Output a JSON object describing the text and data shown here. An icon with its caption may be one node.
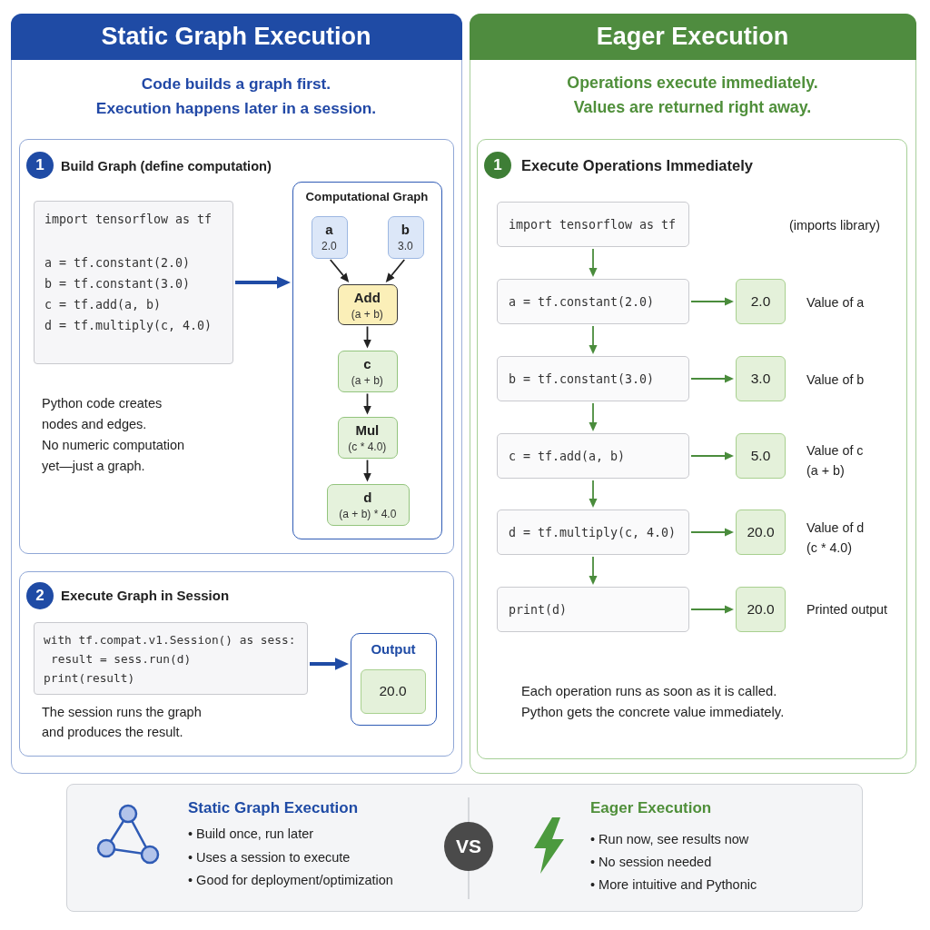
{
  "diagram": {
    "nodes": [
      {
        "text": [
          "Static Graph Execution",
          "Code builds a graph first.",
          "Execution happens later in a session."
        ]
      },
      {
        "text": [
          "Build Graph (define computation)",
          "Python code creates nodes and edges.",
          "No numeric computation yet—just a graph."
        ],
        "in": 0
      },
      {
        "text": [
          "1"
        ],
        "in": 1
      },
      {
        "text": [
          "import tensorflow as tf",
          "a = tf.constant(2.0)",
          "b = tf.constant(3.0)",
          "c = tf.add(a, b)",
          "d = tf.multiply(c, 4.0)"
        ],
        "in": 1
      },
      {
        "text": [
          "Computational Graph"
        ],
        "in": 1
      },
      {
        "text": [
          "a",
          "2.0"
        ],
        "in": 4
      },
      {
        "text": [
          "b",
          "3.0"
        ],
        "in": 4
      },
      {
        "text": [
          "Add",
          "(a + b)"
        ],
        "in": 4
      },
      {
        "text": [
          "c",
          "(a + b)"
        ],
        "in": 4
      },
      {
        "text": [
          "Mul",
          "(c * 4.0)"
        ],
        "in": 4
      },
      {
        "text": [
          "d",
          "(a + b) * 4.0"
        ],
        "in": 4
      },
      {
        "text": [
          "Execute Graph in Session",
          "The session runs the graph and produces the result."
        ],
        "in": 0
      },
      {
        "text": [
          "2"
        ],
        "in": 11
      },
      {
        "text": [
          "with tf.compat.v1.Session() as sess:",
          "result = sess.run(d)",
          "print(result)"
        ],
        "in": 11
      },
      {
        "text": [
          "Output"
        ],
        "in": 11
      },
      {
        "text": [
          "20.0"
        ],
        "in": 14
      },
      {
        "text": [
          "Eager Execution",
          "Operations execute immediately.",
          "Values are returned right away."
        ]
      },
      {
        "text": [
          "Execute Operations Immediately",
          "Each operation runs as soon as it is called.",
          "Python gets the concrete value immediately."
        ],
        "in": 16
      },
      {
        "text": [
          "1"
        ],
        "in": 17
      },
      {
        "text": [
          "import tensorflow as tf"
        ],
        "in": 17
      },
      {
        "text": [
          "a = tf.constant(2.0)"
        ],
        "in": 17
      },
      {
        "text": [
          "2.0"
        ],
        "in": 17,
        "beside": [
          "Value of a"
        ]
      },
      {
        "text": [
          "b = tf.constant(3.0)"
        ],
        "in": 17
      },
      {
        "text": [
          "3.0"
        ],
        "in": 17,
        "beside": [
          "Value of b"
        ]
      },
      {
        "text": [
          "c = tf.add(a, b)"
        ],
        "in": 17
      },
      {
        "text": [
          "5.0"
        ],
        "in": 17,
        "beside": [
          "Value of c (a + b)"
        ]
      },
      {
        "text": [
          "d = tf.multiply(c, 4.0)"
        ],
        "in": 17
      },
      {
        "text": [
          "20.0"
        ],
        "in": 17,
        "beside": [
          "Value of d (c * 4.0)"
        ]
      },
      {
        "text": [
          "print(d)"
        ],
        "in": 17
      },
      {
        "text": [
          "20.0"
        ],
        "in": 17,
        "beside": [
          "Printed output"
        ]
      },
      {
        "text": [
          "Static Graph Execution",
          "• Build once, run later",
          "• Uses a session to execute",
          "• Good for deployment/optimization",
          "Eager Execution",
          "• Run now, see results now",
          "• No session needed",
          "• More intuitive and Pythonic"
        ]
      },
      {
        "text": [
          "VS"
        ],
        "in": 30
      }
    ],
    "edges": [
      {
        "from": 3,
        "to": 4,
        "arrow": "to",
        "style": "thick",
        "color": "#1f4ba5"
      },
      {
        "from": 5,
        "to": 7,
        "arrow": "to",
        "color": "#222222"
      },
      {
        "from": 6,
        "to": 7,
        "arrow": "to",
        "color": "#222222"
      },
      {
        "from": 7,
        "to": 8,
        "arrow": "to",
        "color": "#222222"
      },
      {
        "from": 8,
        "to": 9,
        "arrow": "to",
        "color": "#222222"
      },
      {
        "from": 9,
        "to": 10,
        "arrow": "to",
        "color": "#222222"
      },
      {
        "from": 13,
        "to": 14,
        "arrow": "to",
        "style": "thick",
        "color": "#1f4ba5"
      },
      {
        "from": 19,
        "to": 20,
        "arrow": "to"
      },
      {
        "from": 20,
        "to": 22,
        "arrow": "to"
      },
      {
        "from": 22,
        "to": 24,
        "arrow": "to"
      },
      {
        "from": 24,
        "to": 26,
        "arrow": "to"
      },
      {
        "from": 26,
        "to": 28,
        "arrow": "to"
      },
      {
        "from": 20,
        "to": 21,
        "arrow": "to"
      },
      {
        "from": 22,
        "to": 23,
        "arrow": "to"
      },
      {
        "from": 24,
        "to": 25,
        "arrow": "to"
      },
      {
        "from": 26,
        "to": 27,
        "arrow": "to"
      },
      {
        "from": 28,
        "to": 29,
        "arrow": "to"
      }
    ],
    "labels": [
      "(imports library)"
    ]
  }
}
